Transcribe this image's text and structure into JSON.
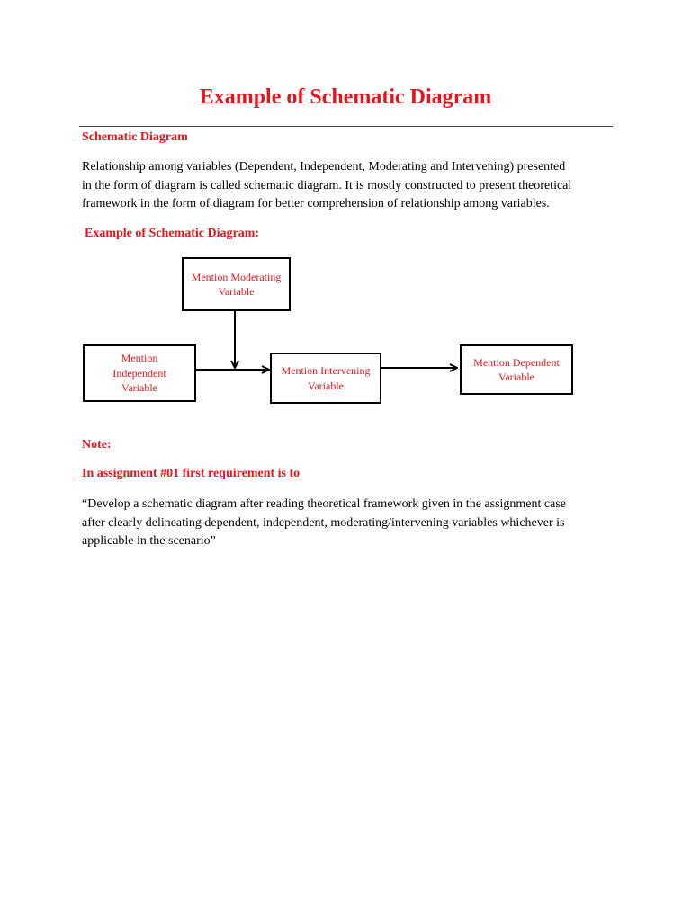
{
  "document": {
    "title": "Example of Schematic Diagram",
    "section_heading": "Schematic Diagram",
    "intro_paragraph": "Relationship among variables (Dependent, Independent, Moderating and Intervening) presented\nin the form of diagram is called schematic diagram. It is mostly constructed to present theoretical\nframework in the form of diagram for better comprehension of relationship among variables.",
    "example_heading": "Example of Schematic Diagram:",
    "note_label": "Note:",
    "assignment_heading": "In assignment #01 first requirement is to",
    "assignment_quote": "“Develop a schematic diagram after reading theoretical framework given in the assignment case\nafter clearly delineating dependent, independent, moderating/intervening variables whichever is\napplicable in the scenario”"
  },
  "diagram": {
    "moderating": "Mention Moderating\nVariable",
    "independent": "Mention\nIndependent\nVariable",
    "intervening": "Mention Intervening\nVariable",
    "dependent": "Mention Dependent\nVariable"
  },
  "colors": {
    "accent_red": "#e8141b",
    "text": "#000000",
    "rule": "#444444"
  }
}
